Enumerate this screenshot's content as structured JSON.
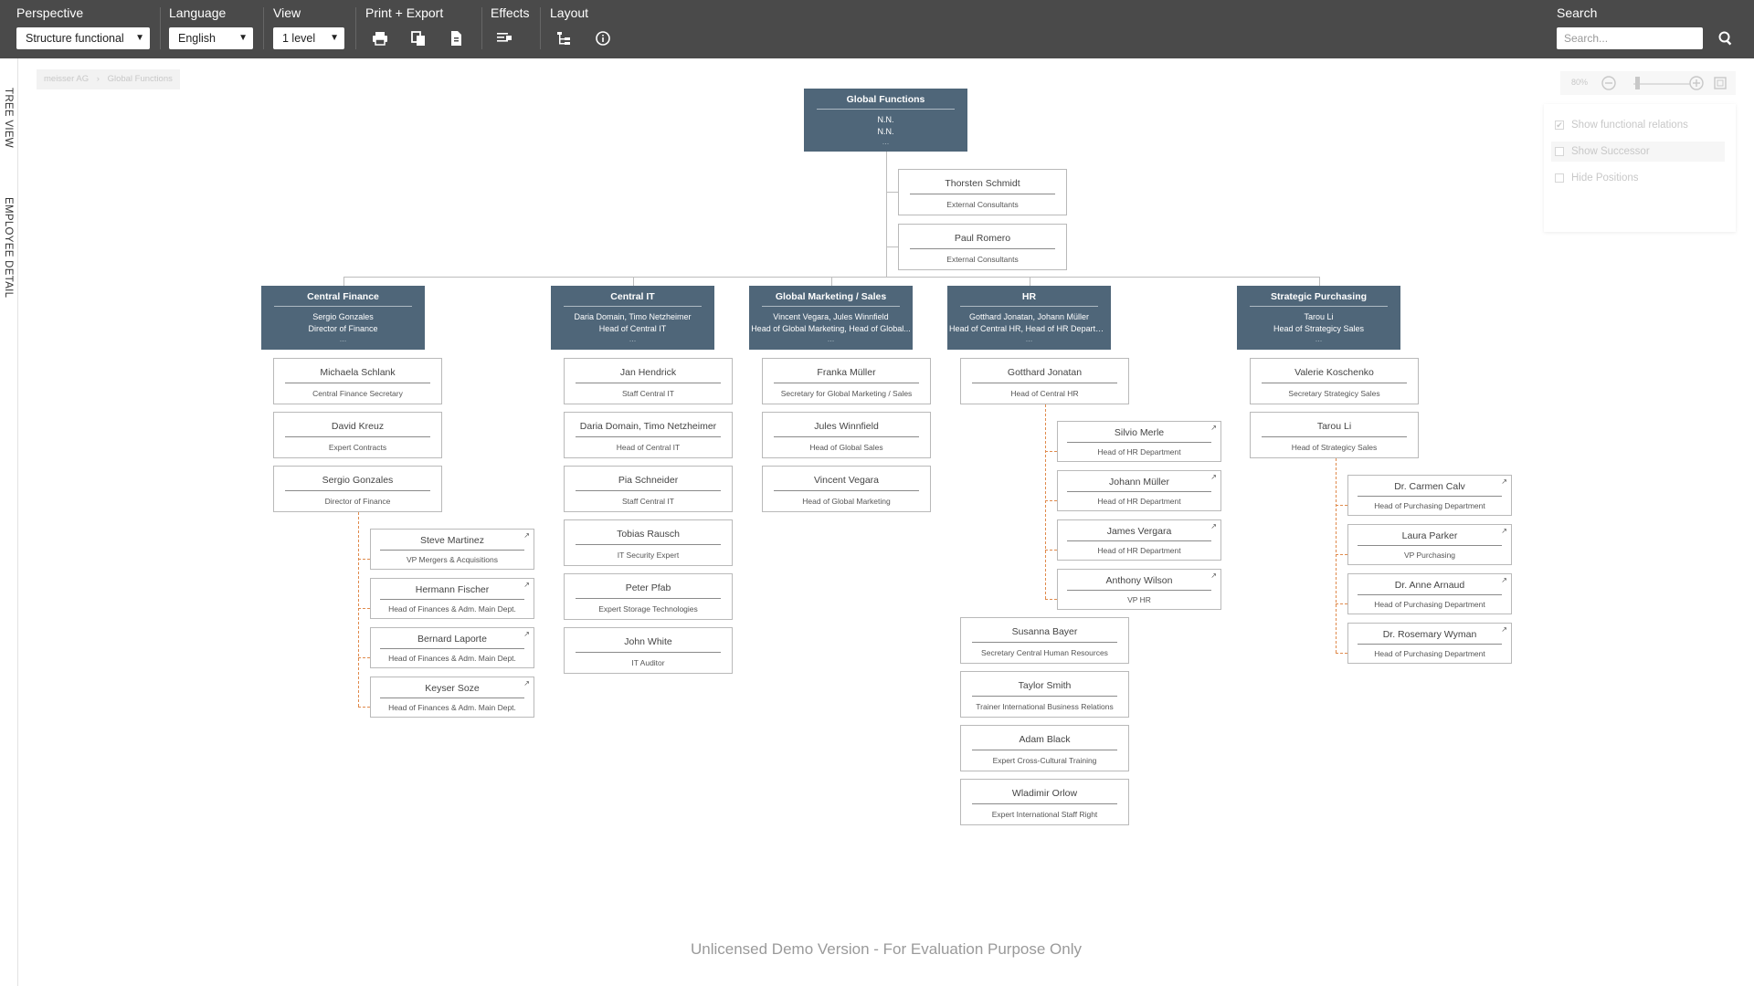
{
  "toolbar": {
    "perspective_label": "Perspective",
    "perspective_value": "Structure functional",
    "language_label": "Language",
    "language_value": "English",
    "view_label": "View",
    "view_value": "1 level",
    "print_label": "Print + Export",
    "effects_label": "Effects",
    "layout_label": "Layout",
    "search_label": "Search",
    "search_placeholder": "Search..."
  },
  "side_tabs": {
    "tree_view": "TREE VIEW",
    "employee_detail": "EMPLOYEE DETAIL"
  },
  "breadcrumb": {
    "root": "meisser AG",
    "separator": "›",
    "current": "Global Functions"
  },
  "zoom": {
    "value": "80%"
  },
  "options": {
    "show_functional_relations": {
      "label": "Show functional relations",
      "checked": true
    },
    "show_successor": {
      "label": "Show Successor",
      "checked": false
    },
    "hide_positions": {
      "label": "Hide Positions",
      "checked": false
    }
  },
  "org": {
    "root": {
      "title": "Global Functions",
      "line1": "N.N.",
      "line2": "N.N.",
      "dots": "..."
    },
    "staff": [
      {
        "name": "Thorsten Schmidt",
        "position": "External Consultants"
      },
      {
        "name": "Paul Romero",
        "position": "External Consultants"
      }
    ],
    "departments": [
      {
        "title": "Central Finance",
        "line1": "Sergio Gonzales",
        "line2": "Director of Finance",
        "dots": "...",
        "members": [
          {
            "name": "Michaela Schlank",
            "position": "Central Finance Secretary"
          },
          {
            "name": "David Kreuz",
            "position": "Expert Contracts"
          },
          {
            "name": "Sergio Gonzales",
            "position": "Director of Finance"
          }
        ],
        "sub_units": [
          {
            "name": "Steve Martinez",
            "position": "VP Mergers & Acquisitions"
          },
          {
            "name": "Hermann Fischer",
            "position": "Head of Finances & Adm. Main Dept."
          },
          {
            "name": "Bernard Laporte",
            "position": "Head of Finances & Adm. Main Dept."
          },
          {
            "name": "Keyser Soze",
            "position": "Head of Finances & Adm. Main Dept."
          }
        ]
      },
      {
        "title": "Central IT",
        "line1": "Daria Domain, Timo Netzheimer",
        "line2": "Head of Central IT",
        "dots": "...",
        "members": [
          {
            "name": "Jan Hendrick",
            "position": "Staff Central IT"
          },
          {
            "name": "Daria Domain, Timo Netzheimer",
            "position": "Head of Central IT"
          },
          {
            "name": "Pia Schneider",
            "position": "Staff Central IT"
          },
          {
            "name": "Tobias Rausch",
            "position": "IT Security Expert"
          },
          {
            "name": "Peter Pfab",
            "position": "Expert Storage Technologies"
          },
          {
            "name": "John White",
            "position": "IT Auditor"
          }
        ],
        "sub_units": []
      },
      {
        "title": "Global Marketing / Sales",
        "line1": "Vincent Vegara, Jules Winnfield",
        "line2": "Head of Global Marketing, Head of Global...",
        "dots": "...",
        "members": [
          {
            "name": "Franka Müller",
            "position": "Secretary for Global Marketing / Sales"
          },
          {
            "name": "Jules Winnfield",
            "position": "Head of Global Sales"
          },
          {
            "name": "Vincent Vegara",
            "position": "Head of Global Marketing"
          }
        ],
        "sub_units": []
      },
      {
        "title": "HR",
        "line1": "Gotthard Jonatan, Johann Müller",
        "line2": "Head of Central HR, Head of HR Departm...",
        "dots": "...",
        "members": [
          {
            "name": "Gotthard Jonatan",
            "position": "Head of Central HR"
          },
          {
            "name": "Susanna Bayer",
            "position": "Secretary Central Human Resources"
          },
          {
            "name": "Taylor Smith",
            "position": "Trainer International Business Relations"
          },
          {
            "name": "Adam Black",
            "position": "Expert Cross-Cultural Training"
          },
          {
            "name": "Wladimir Orlow",
            "position": "Expert International Staff Right"
          }
        ],
        "sub_units": [
          {
            "name": "Silvio Merle",
            "position": "Head of HR Department"
          },
          {
            "name": "Johann Müller",
            "position": "Head of HR Department"
          },
          {
            "name": "James Vergara",
            "position": "Head of HR Department"
          },
          {
            "name": "Anthony Wilson",
            "position": "VP HR"
          }
        ]
      },
      {
        "title": "Strategic Purchasing",
        "line1": "Tarou Li",
        "line2": "Head of Strategicy Sales",
        "dots": "...",
        "members": [
          {
            "name": "Valerie Koschenko",
            "position": "Secretary Strategicy Sales"
          },
          {
            "name": "Tarou Li",
            "position": "Head of Strategicy Sales"
          }
        ],
        "sub_units": [
          {
            "name": "Dr. Carmen Calv",
            "position": "Head of Purchasing Department"
          },
          {
            "name": "Laura Parker",
            "position": "VP Purchasing"
          },
          {
            "name": "Dr. Anne Arnaud",
            "position": "Head of Purchasing Department"
          },
          {
            "name": "Dr. Rosemary Wyman",
            "position": "Head of Purchasing Department"
          }
        ]
      }
    ]
  },
  "watermark": "Unlicensed Demo Version - For Evaluation Purpose Only",
  "colors": {
    "toolbar_bg": "#4a4a4a",
    "unit_box": "#4f6679",
    "dashed_link": "#e08a4c"
  }
}
